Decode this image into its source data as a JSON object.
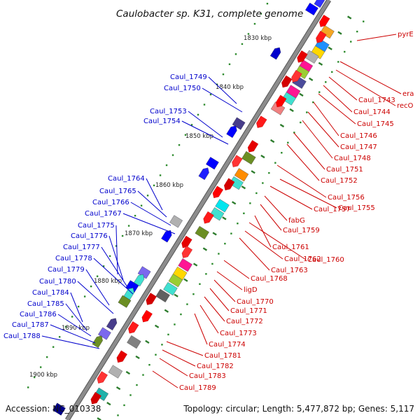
{
  "title": "Caulobacter sp. K31, complete genome",
  "accession": "Accession: NC_010338",
  "summary": "Topology: circular; Length: 5,477,872 bp; Genes: 5,117",
  "colors": {
    "backbone": "#8c8c8c",
    "tick": "#2e7d2e",
    "forward_label": "#cc0000",
    "reverse_label": "#0000cc"
  },
  "kbp_ticks": [
    "1830 kbp",
    "1840 kbp",
    "1850 kbp",
    "1860 kbp",
    "1870 kbp",
    "1880 kbp",
    "1890 kbp",
    "1900 kbp"
  ],
  "labels_right": [
    "pyrE",
    "era",
    "recO",
    "Caul_1743",
    "Caul_1744",
    "Caul_1745",
    "Caul_1746",
    "Caul_1747",
    "Caul_1748",
    "Caul_1751",
    "Caul_1752",
    "Caul_1756",
    "Caul_1755",
    "Caul_1757",
    "fabG",
    "Caul_1759",
    "Caul_1761",
    "Caul_1760",
    "Caul_1762",
    "Caul_1763",
    "Caul_1768",
    "ligD",
    "Caul_1770",
    "Caul_1771",
    "Caul_1772",
    "Caul_1773",
    "Caul_1774",
    "Caul_1781",
    "Caul_1782",
    "Caul_1783",
    "Caul_1789"
  ],
  "labels_left": [
    "Caul_1749",
    "Caul_1750",
    "Caul_1753",
    "Caul_1754",
    "Caul_1764",
    "Caul_1765",
    "Caul_1766",
    "Caul_1767",
    "Caul_1775",
    "Caul_1776",
    "Caul_1777",
    "Caul_1778",
    "Caul_1779",
    "Caul_1780",
    "Caul_1784",
    "Caul_1785",
    "Caul_1786",
    "Caul_1787",
    "Caul_1788"
  ]
}
